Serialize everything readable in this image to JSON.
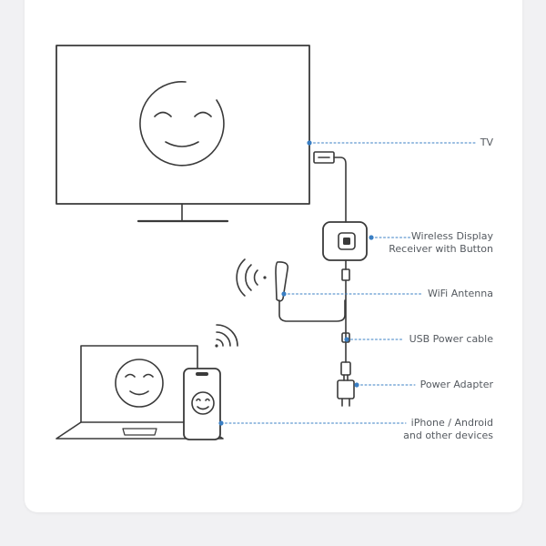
{
  "labels": {
    "tv": "TV",
    "receiver_line1": "Wireless Display",
    "receiver_line2": "Receiver with Button",
    "antenna": "WiFi Antenna",
    "usb_cable": "USB Power cable",
    "power_adapter": "Power Adapter",
    "devices_line1": "iPhone / Android",
    "devices_line2": "and other devices"
  },
  "colors": {
    "outline": "#3a3a3a",
    "leader": "#3a7fc4",
    "label_text": "#555a60"
  },
  "icons": [
    "smiley-face-icon",
    "wifi-signal-icon",
    "usb-plug-icon",
    "power-adapter-icon"
  ]
}
